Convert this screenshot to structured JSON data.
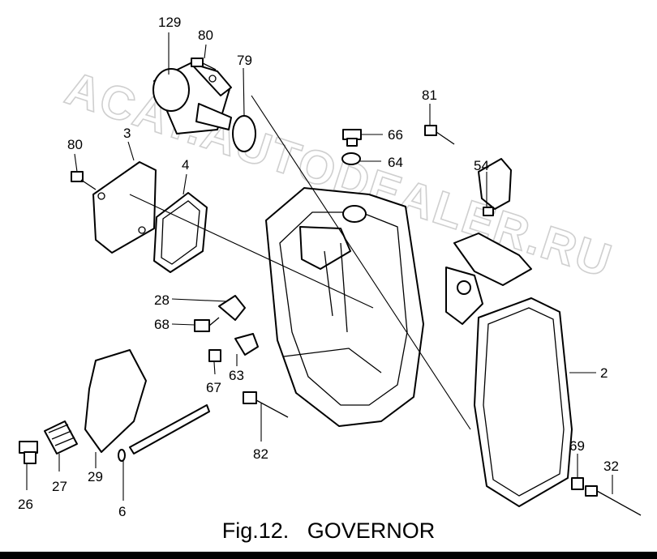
{
  "figure": {
    "number": "Fig.12.",
    "title": "GOVERNOR"
  },
  "watermark": "ACAT.AUTODEALER.RU",
  "callouts": [
    {
      "id": "c129",
      "label": "129"
    },
    {
      "id": "c80a",
      "label": "80"
    },
    {
      "id": "c79",
      "label": "79"
    },
    {
      "id": "c3",
      "label": "3"
    },
    {
      "id": "c80b",
      "label": "80"
    },
    {
      "id": "c4",
      "label": "4"
    },
    {
      "id": "c81",
      "label": "81"
    },
    {
      "id": "c66",
      "label": "66"
    },
    {
      "id": "c64",
      "label": "64"
    },
    {
      "id": "c54",
      "label": "54"
    },
    {
      "id": "c28",
      "label": "28"
    },
    {
      "id": "c68",
      "label": "68"
    },
    {
      "id": "c67",
      "label": "67"
    },
    {
      "id": "c63",
      "label": "63"
    },
    {
      "id": "c2",
      "label": "2"
    },
    {
      "id": "c82",
      "label": "82"
    },
    {
      "id": "c69",
      "label": "69"
    },
    {
      "id": "c32",
      "label": "32"
    },
    {
      "id": "c26",
      "label": "26"
    },
    {
      "id": "c27",
      "label": "27"
    },
    {
      "id": "c29",
      "label": "29"
    },
    {
      "id": "c6",
      "label": "6"
    }
  ],
  "colors": {
    "line": "#000000",
    "background": "#ffffff",
    "watermark": "#cfcfcf"
  }
}
